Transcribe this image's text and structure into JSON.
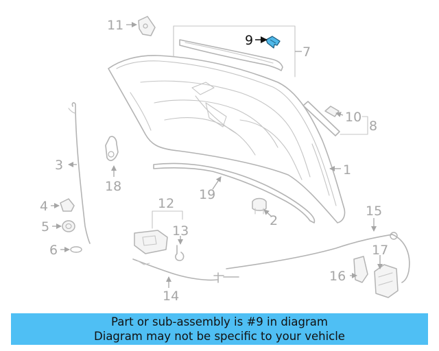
{
  "diagram": {
    "highlighted_part": "9",
    "highlight_color": "#4fb8e8",
    "callouts": [
      "1",
      "2",
      "3",
      "4",
      "5",
      "6",
      "7",
      "8",
      "9",
      "10",
      "11",
      "12",
      "13",
      "14",
      "15",
      "16",
      "17",
      "18",
      "19"
    ]
  },
  "banner": {
    "line1": "Part or sub-assembly is #9 in diagram",
    "line2": "Diagram may not be specific to your vehicle",
    "background": "#4fbff4"
  }
}
